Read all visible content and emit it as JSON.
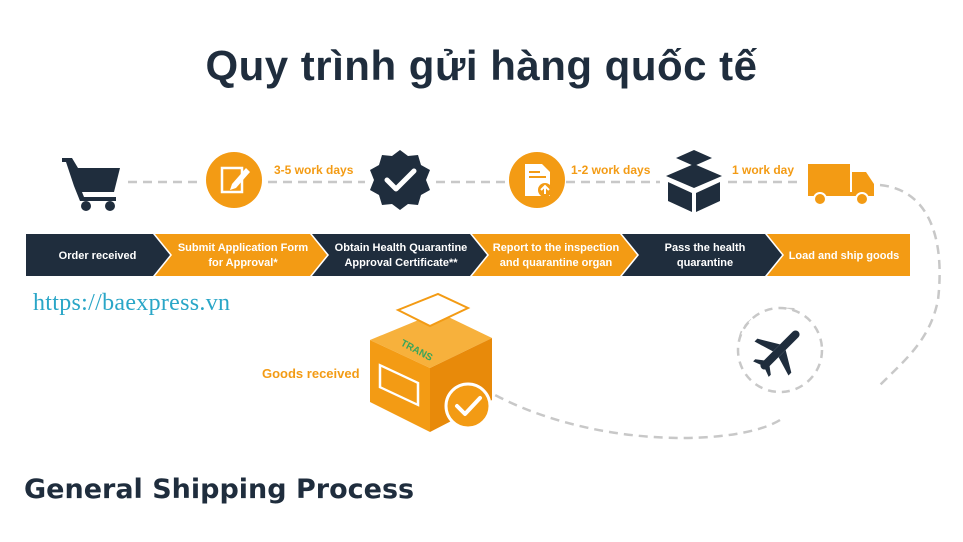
{
  "title": "Quy trình gửi hàng quốc tế",
  "footer": "General Shipping Process",
  "website": "https://baexpress.vn",
  "durations": {
    "d1": "3-5 work days",
    "d2": "1-2 work days",
    "d3": "1 work day"
  },
  "steps": [
    {
      "label": "Order received",
      "color": "#1f2d3d"
    },
    {
      "label": "Submit Application Form\nfor Approval*",
      "color": "#f39b14"
    },
    {
      "label": "Obtain Health Quarantine\nApproval Certificate**",
      "color": "#1f2d3d"
    },
    {
      "label": "Report to the inspection\nand quarantine organ",
      "color": "#f39b14"
    },
    {
      "label": "Pass the health\nquarantine",
      "color": "#1f2d3d"
    },
    {
      "label": "Load and ship goods",
      "color": "#f39b14"
    }
  ],
  "goods_received": "Goods received",
  "box_brand": "TRANS",
  "icons": [
    "shopping-cart-icon",
    "edit-form-icon",
    "check-badge-icon",
    "document-upload-icon",
    "package-box-icon",
    "delivery-truck-icon",
    "airplane-icon",
    "box-check-icon"
  ],
  "colors": {
    "navy": "#1f2d3d",
    "orange": "#f39b14",
    "link": "#2aa6c7",
    "dash": "#c8c8c8"
  }
}
